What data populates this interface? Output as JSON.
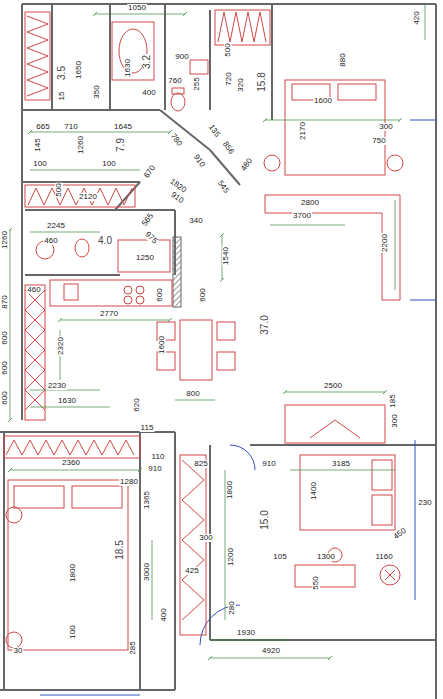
{
  "diagram": {
    "labels": [
      "1050",
      "420",
      "3.5",
      "1650",
      "1630",
      "3.2",
      "900",
      "500",
      "880",
      "760",
      "255",
      "720",
      "320",
      "15.8",
      "15",
      "350",
      "400",
      "1600",
      "665",
      "710",
      "1645",
      "780",
      "135",
      "856",
      "300",
      "2170",
      "750",
      "145",
      "1260",
      "7.9",
      "910",
      "480",
      "100",
      "100",
      "670",
      "1820",
      "545",
      "500",
      "2120",
      "910",
      "2800",
      "3700",
      "565",
      "340",
      "2245",
      "975",
      "1260",
      "460",
      "4.0",
      "2200",
      "1540",
      "1250",
      "460",
      "600",
      "600",
      "870",
      "2770",
      "37.0",
      "600",
      "1600",
      "2320",
      "600",
      "2230",
      "2500",
      "800",
      "600",
      "1630",
      "185",
      "620",
      "300",
      "115",
      "110",
      "2360",
      "825",
      "910",
      "3185",
      "910",
      "1280",
      "1800",
      "1400",
      "1365",
      "230",
      "15.0",
      "450",
      "300",
      "18.5",
      "105",
      "1300",
      "1160",
      "1200",
      "425",
      "3000",
      "1800",
      "550",
      "280",
      "400",
      "100",
      "1930",
      "285",
      "30",
      "4920"
    ]
  }
}
